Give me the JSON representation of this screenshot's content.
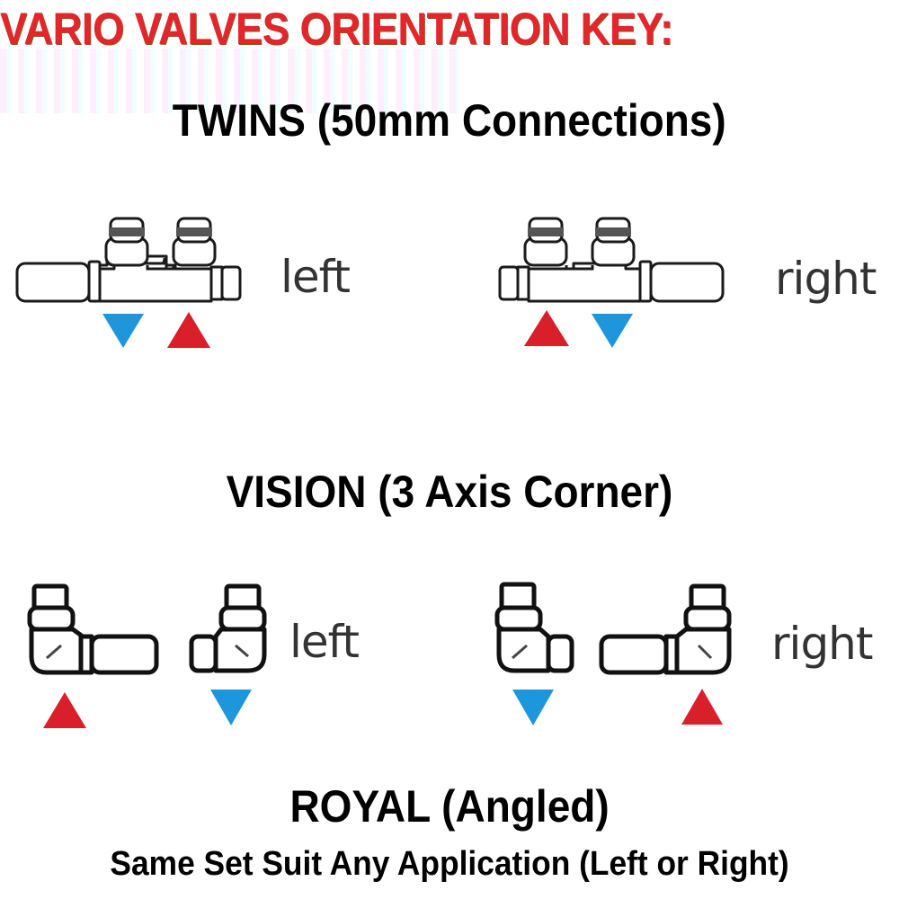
{
  "header": {
    "title": "VARIO VALVES ORIENTATION KEY:"
  },
  "sections": [
    {
      "id": "twins",
      "title": "TWINS (50mm Connections)",
      "variants": [
        {
          "label": "left",
          "arrows": [
            {
              "direction": "down",
              "color": "blue"
            },
            {
              "direction": "up",
              "color": "red"
            }
          ]
        },
        {
          "label": "right",
          "arrows": [
            {
              "direction": "up",
              "color": "red"
            },
            {
              "direction": "down",
              "color": "blue"
            }
          ]
        }
      ]
    },
    {
      "id": "vision",
      "title": "VISION (3 Axis Corner)",
      "variants": [
        {
          "label": "left",
          "arrows": [
            {
              "direction": "up",
              "color": "red"
            },
            {
              "direction": "down",
              "color": "blue"
            }
          ]
        },
        {
          "label": "right",
          "arrows": [
            {
              "direction": "down",
              "color": "blue"
            },
            {
              "direction": "up",
              "color": "red"
            }
          ]
        }
      ]
    },
    {
      "id": "royal",
      "title": "ROYAL (Angled)",
      "subtitle": "Same Set Suit Any Application (Left or Right)"
    }
  ],
  "colors": {
    "title_red": "#e3262b",
    "flow_blue": "#1e96dc",
    "return_red": "#d9202a",
    "outline": "#1a1a1a",
    "label_gray": "#333333"
  }
}
